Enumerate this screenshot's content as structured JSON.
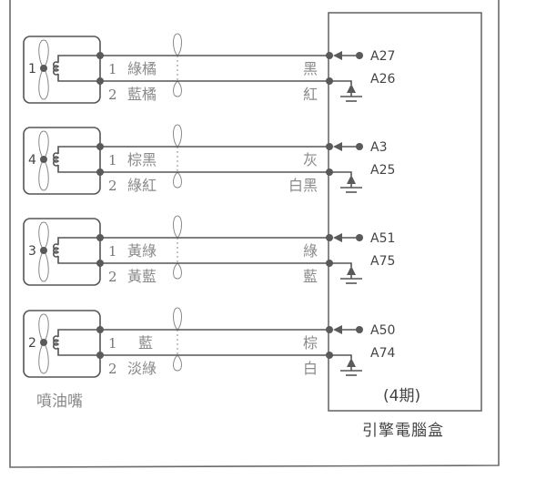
{
  "diagram": {
    "title": "引擎電腦盒",
    "ecu_label": "引擎電腦盒",
    "ecu_note": "(4期)",
    "injector_caption": "噴油嘴",
    "colors": {
      "line": "#555555",
      "frame": "#6a6a6a",
      "text_gray": "#8a8a8a",
      "caption_accent": "#c27a6a"
    },
    "injectors": [
      {
        "id": "1",
        "wires": [
          {
            "pin_no": "1",
            "color_injector_side": "綠橘",
            "color_ecu_side": "黑",
            "ecu_pin": "A27",
            "ecu_type": "signal"
          },
          {
            "pin_no": "2",
            "color_injector_side": "藍橘",
            "color_ecu_side": "紅",
            "ecu_pin": "A26",
            "ecu_type": "ground"
          }
        ]
      },
      {
        "id": "4",
        "wires": [
          {
            "pin_no": "1",
            "color_injector_side": "棕黑",
            "color_ecu_side": "灰",
            "ecu_pin": "A3",
            "ecu_type": "signal"
          },
          {
            "pin_no": "2",
            "color_injector_side": "綠紅",
            "color_ecu_side": "白黑",
            "ecu_pin": "A25",
            "ecu_type": "ground"
          }
        ]
      },
      {
        "id": "3",
        "wires": [
          {
            "pin_no": "1",
            "color_injector_side": "黃綠",
            "color_ecu_side": "綠",
            "ecu_pin": "A51",
            "ecu_type": "signal"
          },
          {
            "pin_no": "2",
            "color_injector_side": "黃藍",
            "color_ecu_side": "藍",
            "ecu_pin": "A75",
            "ecu_type": "ground"
          }
        ]
      },
      {
        "id": "2",
        "wires": [
          {
            "pin_no": "1",
            "color_injector_side": "藍",
            "color_ecu_side": "棕",
            "ecu_pin": "A50",
            "ecu_type": "signal"
          },
          {
            "pin_no": "2",
            "color_injector_side": "淡綠",
            "color_ecu_side": "白",
            "ecu_pin": "A74",
            "ecu_type": "ground"
          }
        ]
      }
    ]
  }
}
